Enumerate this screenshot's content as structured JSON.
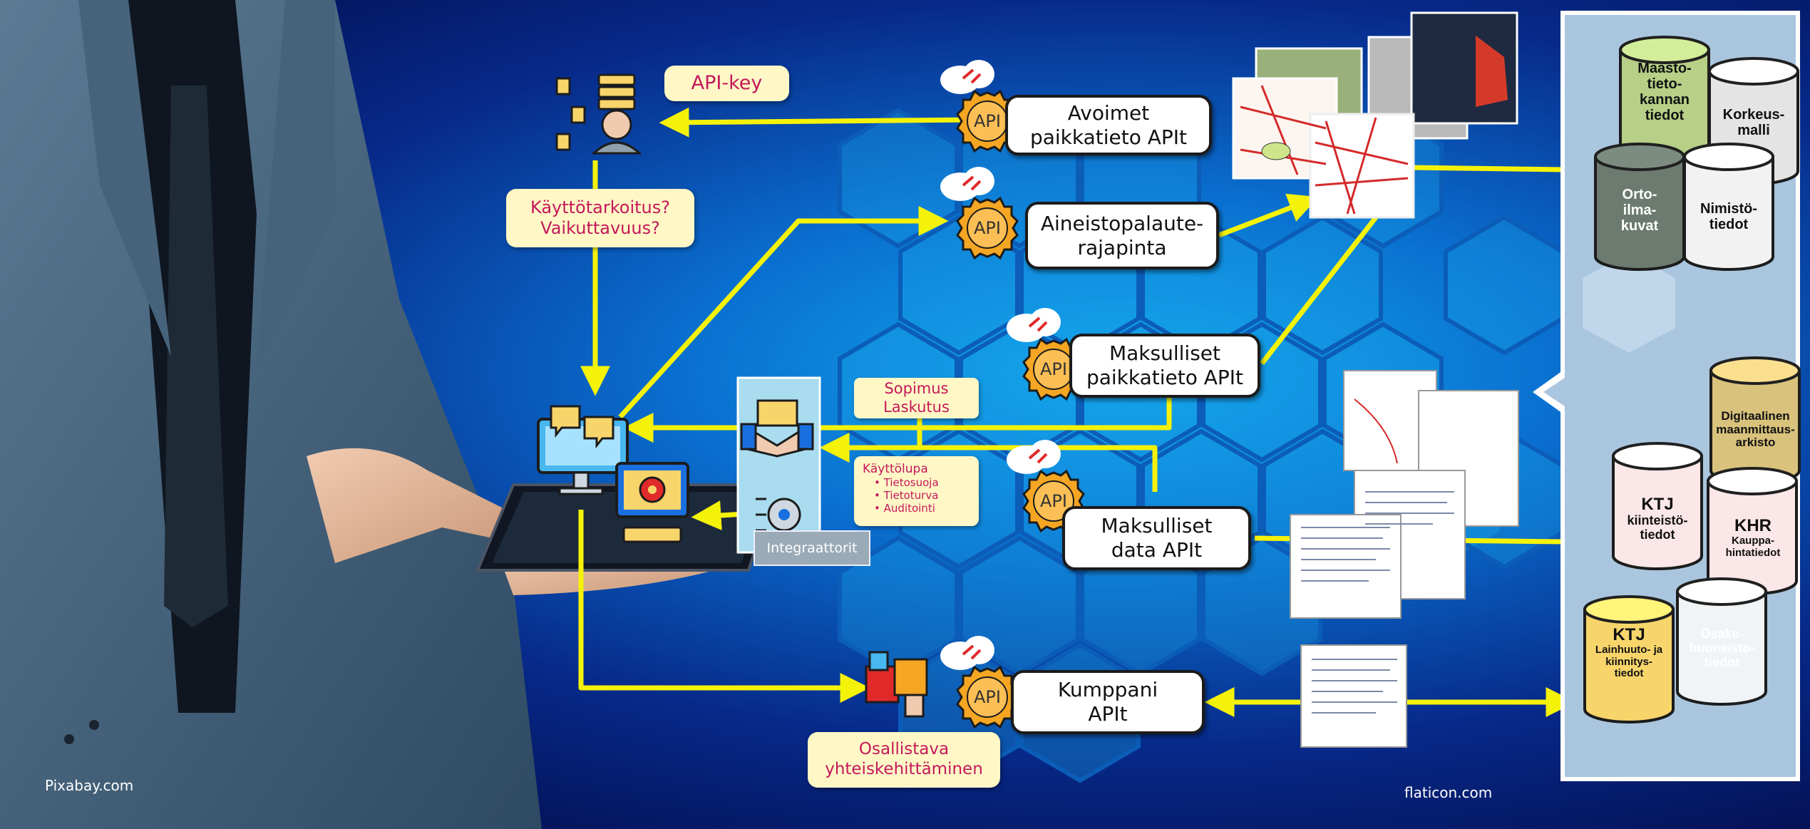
{
  "labels": {
    "api_key": "API-key",
    "purpose": "Käyttötarkoitus?\nVaikuttavuus?",
    "open_api": "Avoimet\npaikkatieto APIt",
    "feedback_api": "Aineistopalaute-\nrajapinta",
    "paid_geo_api": "Maksulliset\npaikkatieto APIt",
    "paid_data_api": "Maksulliset\ndata APIt",
    "partner_api": "Kumppani\nAPIt",
    "agreement": "Sopimus\nLaskutus",
    "license_title": "Käyttölupa",
    "license_items": [
      "Tietosuoja",
      "Tietoturva",
      "Auditointi"
    ],
    "integrators": "Integraattorit",
    "co_development": "Osallistava\nyhteiskehittäminen",
    "api_badge": "API",
    "credit_left": "Pixabay.com",
    "credit_right": "flaticon.com"
  },
  "databases": [
    {
      "id": "maastotieto",
      "text": "Maasto-\ntieto-\nkannan\ntiedot"
    },
    {
      "id": "korkeusmalli",
      "text": "Korkeus-\nmalli"
    },
    {
      "id": "ortoilmakuvat",
      "text": "Orto-\nilma-\nkuvat"
    },
    {
      "id": "nimistotiedot",
      "text": "Nimistö-\ntiedot"
    },
    {
      "id": "arkisto",
      "text": "Digitaalinen\nmaanmittaus-\narkisto"
    },
    {
      "id": "ktj-kiinteisto",
      "title": "KTJ",
      "text": "kiinteistö-\ntiedot"
    },
    {
      "id": "khr",
      "title": "KHR",
      "text": "Kauppa-\nhintatiedot"
    },
    {
      "id": "ktj-lainhuuto",
      "title": "KTJ",
      "text": "Lainhuuto- ja\nkiinnitys-\ntiedot"
    },
    {
      "id": "osakehuoneisto",
      "text": "Osake-\nhuoneisto-\ntiedot"
    }
  ],
  "colors": {
    "arrow": "#f5f20a",
    "note_bg": "#fff7c6",
    "note_text": "#c4185c",
    "api_badge": "#f5a623"
  }
}
